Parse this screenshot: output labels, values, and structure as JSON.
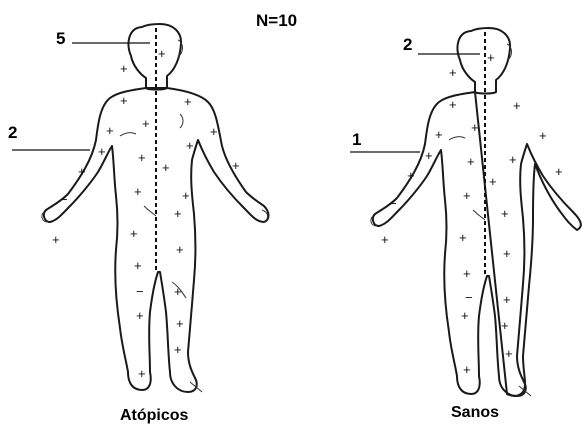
{
  "n_label": "N=10",
  "figures": [
    {
      "id": "atopicos",
      "caption": "Atópicos",
      "callouts": [
        {
          "value": "5",
          "target": "head"
        },
        {
          "value": "2",
          "target": "arm"
        }
      ]
    },
    {
      "id": "sanos",
      "caption": "Sanos",
      "callouts": [
        {
          "value": "2",
          "target": "head"
        },
        {
          "value": "1",
          "target": "arm"
        }
      ]
    }
  ],
  "sample_marks": {
    "plus": "+",
    "minus": "−"
  }
}
